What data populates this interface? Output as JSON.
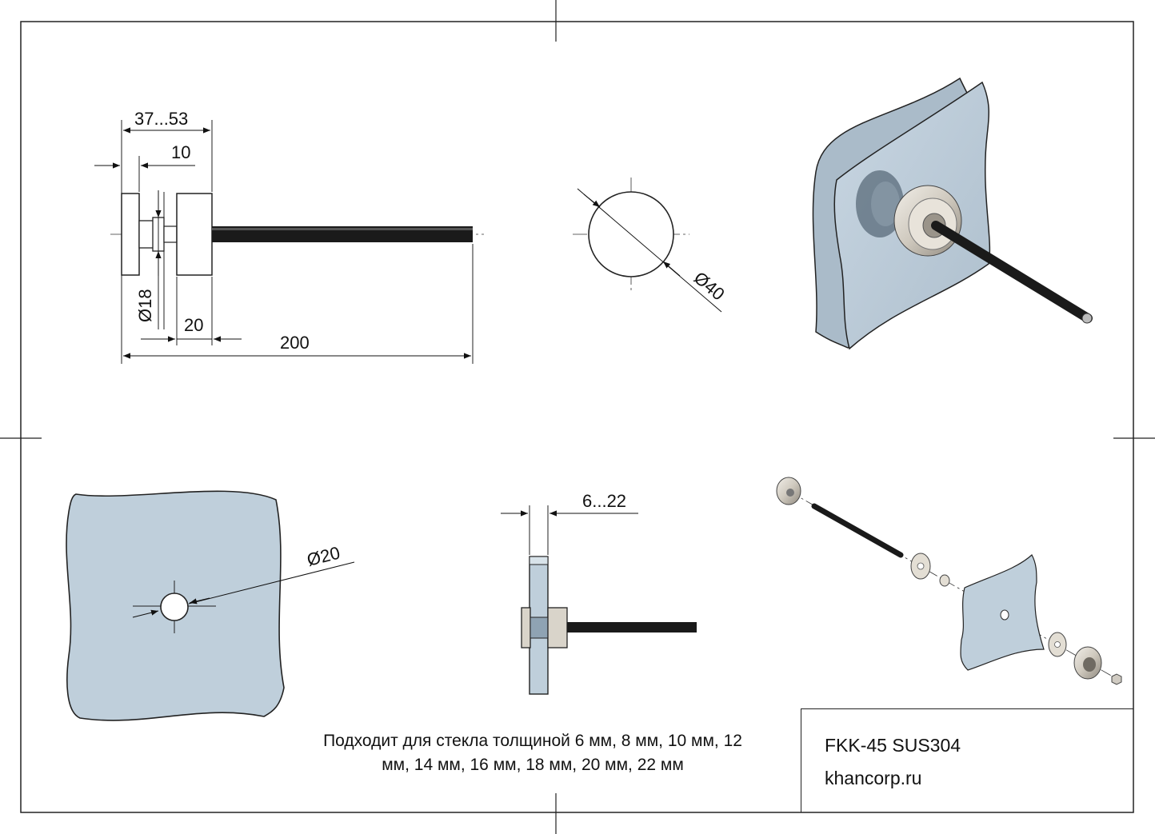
{
  "drawing": {
    "side_view": {
      "dim_total_width": "37...53",
      "dim_gap": "10",
      "dim_bolt_diameter": "Ø18",
      "dim_cap_width": "20",
      "dim_rod_length": "200"
    },
    "front_view": {
      "dim_cap_diameter": "Ø40"
    },
    "glass_view": {
      "dim_hole_diameter": "Ø20"
    },
    "section_view": {
      "dim_glass_thickness": "6...22"
    }
  },
  "note": {
    "line1": "Подходит для стекла толщиной 6 мм, 8 мм, 10 мм, 12",
    "line2": "мм, 14 мм, 16 мм, 18 мм, 20 мм, 22 мм"
  },
  "title_block": {
    "model": "FKK-45 SUS304",
    "website": "khancorp.ru"
  },
  "colors": {
    "glass": "#bfcfdb",
    "steel": "#d7d2c8",
    "rod": "#1a1a1a",
    "line": "#222222"
  }
}
